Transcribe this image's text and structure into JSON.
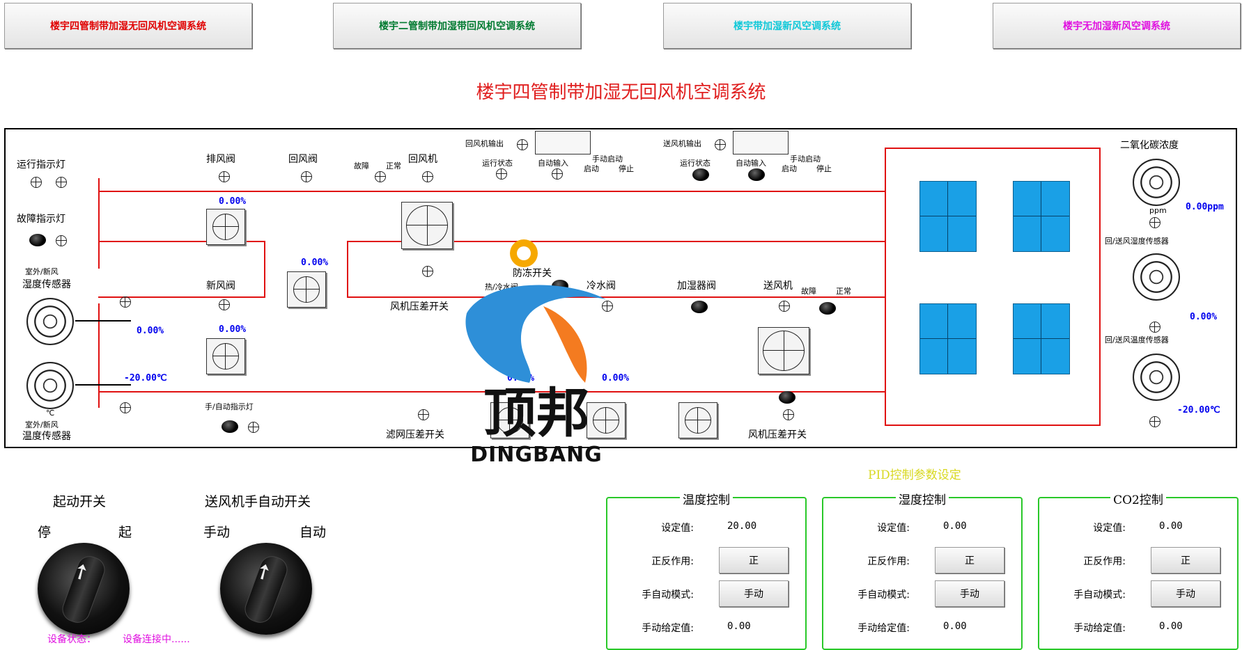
{
  "tabs": [
    {
      "label": "楼宇四管制带加湿无回风机空调系统",
      "color": "#e00000"
    },
    {
      "label": "楼宇二管制带加湿带回风机空调系统",
      "color": "#007a30"
    },
    {
      "label": "楼宇带加湿新风空调系统",
      "color": "#10c8d8"
    },
    {
      "label": "楼宇无加湿新风空调系统",
      "color": "#e010e0"
    }
  ],
  "page_title": "楼宇四管制带加湿无回风机空调系统",
  "diagram": {
    "run_light": "运行指示灯",
    "fault_light": "故障指示灯",
    "outdoor_fresh_1": "室外/新风",
    "hum_sensor": "湿度传感器",
    "outdoor_fresh_2": "室外/新风",
    "temp_sensor": "温度传感器",
    "unit_c": "℃",
    "exhaust_valve": "排风阀",
    "return_valve": "回风阀",
    "fault": "故障",
    "normal": "正常",
    "return_fan": "回风机",
    "fresh_valve": "新风阀",
    "fan_dp_switch_1": "风机压差开关",
    "filter_dp_switch": "滤网压差开关",
    "manual_auto_light": "手/自动指示灯",
    "antifreeze_switch": "防冻开关",
    "hot_water_valve": "热/冷水阀",
    "cold_water_valve": "冷水阀",
    "humidifier_valve": "加湿器阀",
    "supply_fan": "送风机",
    "fault2": "故障",
    "normal2": "正常",
    "fan_dp_switch_2": "风机压差开关",
    "return_fan_output": "回风机输出",
    "run_state_1": "运行状态",
    "auto_input_1": "自动输入",
    "manual_start_1": "手动启动",
    "start_stop_1": "启动",
    "stop_1": "停止",
    "supply_fan_output": "送风机输出",
    "run_state_2": "运行状态",
    "auto_input_2": "自动输入",
    "manual_start_2": "手动启动",
    "start_stop_2": "启动",
    "stop_2": "停止",
    "co2_conc": "二氧化碳浓度",
    "ppm_small": "ppm",
    "co2_value": "0.00ppm",
    "ret_sup_hum_sensor": "回/送风湿度传感器",
    "ret_sup_hum_value": "0.00%",
    "ret_sup_temp_sensor": "回/送风温度传感器",
    "ret_sup_temp_value": "-20.00℃",
    "exhaust_pct": "0.00%",
    "fresh_pct_upper": "0.00%",
    "fresh_pct": "0.00%",
    "outdoor_hum_value": "0.00%",
    "outdoor_temp_value": "-20.00℃",
    "hot_valve_pct": "0.00%",
    "cold_valve_pct": "0.00%"
  },
  "watermark": {
    "cn": "顶邦",
    "en": "DINGBANG"
  },
  "switches": {
    "start_switch": "起动开关",
    "stop": "停",
    "start": "起",
    "fan_mode_switch": "送风机手自动开关",
    "manual": "手动",
    "auto": "自动"
  },
  "status": {
    "label": "设备状态：",
    "value": "设备连接中......"
  },
  "pid": {
    "title": "PID控制参数设定",
    "groups": [
      {
        "title": "温度控制",
        "setpoint_label": "设定值:",
        "setpoint": "20.00",
        "dir_label": "正反作用:",
        "dir": "正",
        "mode_label": "手自动模式:",
        "mode": "手动",
        "manual_label": "手动给定值:",
        "manual_value": "0.00"
      },
      {
        "title": "湿度控制",
        "setpoint_label": "设定值:",
        "setpoint": "0.00",
        "dir_label": "正反作用:",
        "dir": "正",
        "mode_label": "手自动模式:",
        "mode": "手动",
        "manual_label": "手动给定值:",
        "manual_value": "0.00"
      },
      {
        "title": "CO2控制",
        "setpoint_label": "设定值:",
        "setpoint": "0.00",
        "dir_label": "正反作用:",
        "dir": "正",
        "mode_label": "手自动模式:",
        "mode": "手动",
        "manual_label": "手动给定值:",
        "manual_value": "0.00"
      }
    ]
  },
  "colors": {
    "duct": "#e01010",
    "coil": "#1aa0e6",
    "pid_border": "#29c829",
    "pid_title": "#d8d820",
    "status": "#e010e0"
  }
}
